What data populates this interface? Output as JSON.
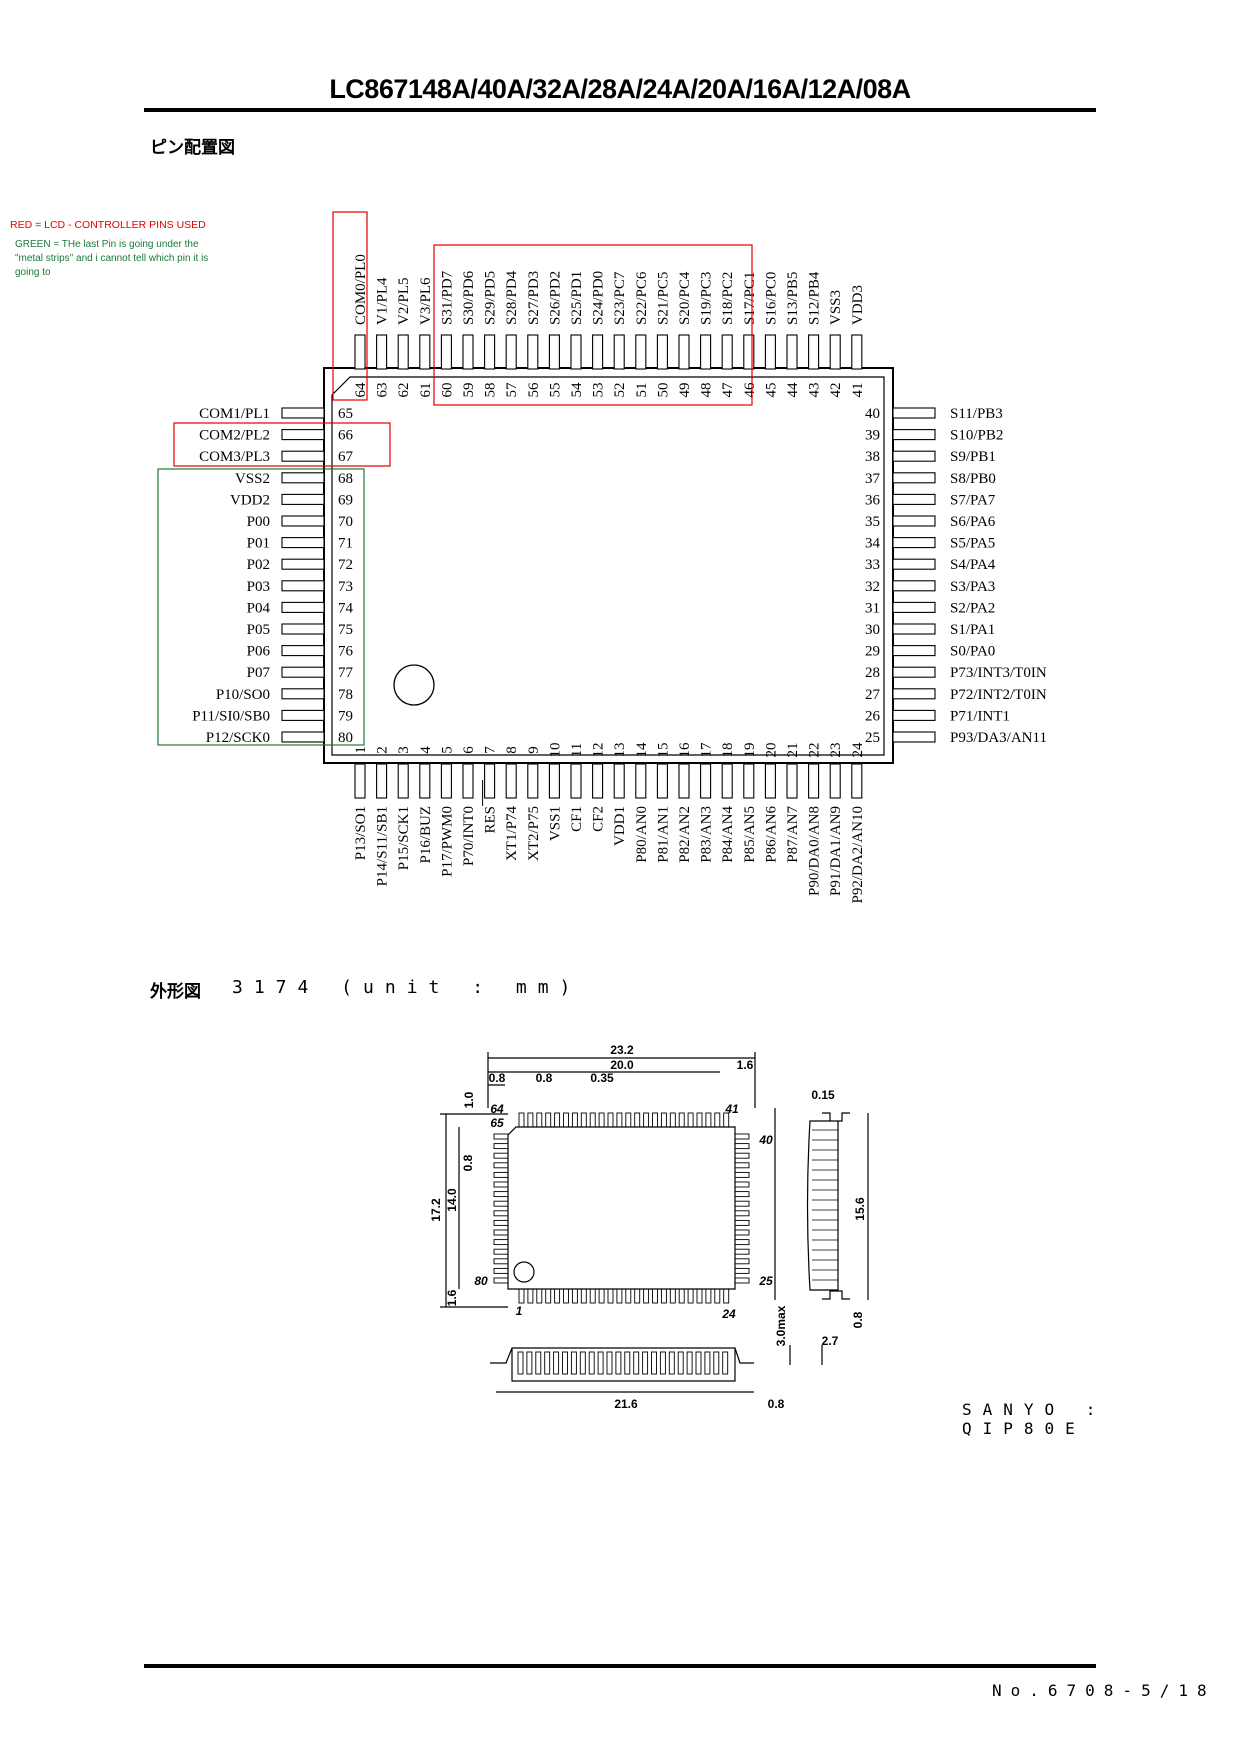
{
  "header": {
    "title": "LC867148A/40A/32A/28A/24A/20A/16A/12A/08A"
  },
  "pin_section": {
    "title": "ピン配置図"
  },
  "notes": {
    "red": "RED = LCD - CONTROLLER PINS USED",
    "green": "GREEN = THe last Pin   is going under the \"metal strips\" and i cannot tell which pin it is going to"
  },
  "pins": {
    "top": [
      {
        "num": "64",
        "name": "COM0/PL0"
      },
      {
        "num": "63",
        "name": "V1/PL4"
      },
      {
        "num": "62",
        "name": "V2/PL5"
      },
      {
        "num": "61",
        "name": "V3/PL6"
      },
      {
        "num": "60",
        "name": "S31/PD7"
      },
      {
        "num": "59",
        "name": "S30/PD6"
      },
      {
        "num": "58",
        "name": "S29/PD5"
      },
      {
        "num": "57",
        "name": "S28/PD4"
      },
      {
        "num": "56",
        "name": "S27/PD3"
      },
      {
        "num": "55",
        "name": "S26/PD2"
      },
      {
        "num": "54",
        "name": "S25/PD1"
      },
      {
        "num": "53",
        "name": "S24/PD0"
      },
      {
        "num": "52",
        "name": "S23/PC7"
      },
      {
        "num": "51",
        "name": "S22/PC6"
      },
      {
        "num": "50",
        "name": "S21/PC5"
      },
      {
        "num": "49",
        "name": "S20/PC4"
      },
      {
        "num": "48",
        "name": "S19/PC3"
      },
      {
        "num": "47",
        "name": "S18/PC2"
      },
      {
        "num": "46",
        "name": "S17/PC1"
      },
      {
        "num": "45",
        "name": "S16/PC0"
      },
      {
        "num": "44",
        "name": "S13/PB5"
      },
      {
        "num": "43",
        "name": "S12/PB4"
      },
      {
        "num": "42",
        "name": "VSS3"
      },
      {
        "num": "41",
        "name": "VDD3"
      }
    ],
    "left": [
      {
        "num": "65",
        "name": "COM1/PL1"
      },
      {
        "num": "66",
        "name": "COM2/PL2"
      },
      {
        "num": "67",
        "name": "COM3/PL3"
      },
      {
        "num": "68",
        "name": "VSS2"
      },
      {
        "num": "69",
        "name": "VDD2"
      },
      {
        "num": "70",
        "name": "P00"
      },
      {
        "num": "71",
        "name": "P01"
      },
      {
        "num": "72",
        "name": "P02"
      },
      {
        "num": "73",
        "name": "P03"
      },
      {
        "num": "74",
        "name": "P04"
      },
      {
        "num": "75",
        "name": "P05"
      },
      {
        "num": "76",
        "name": "P06"
      },
      {
        "num": "77",
        "name": "P07"
      },
      {
        "num": "78",
        "name": "P10/SO0"
      },
      {
        "num": "79",
        "name": "P11/SI0/SB0"
      },
      {
        "num": "80",
        "name": "P12/SCK0"
      }
    ],
    "right": [
      {
        "num": "40",
        "name": "S11/PB3"
      },
      {
        "num": "39",
        "name": "S10/PB2"
      },
      {
        "num": "38",
        "name": "S9/PB1"
      },
      {
        "num": "37",
        "name": "S8/PB0"
      },
      {
        "num": "36",
        "name": "S7/PA7"
      },
      {
        "num": "35",
        "name": "S6/PA6"
      },
      {
        "num": "34",
        "name": "S5/PA5"
      },
      {
        "num": "33",
        "name": "S4/PA4"
      },
      {
        "num": "32",
        "name": "S3/PA3"
      },
      {
        "num": "31",
        "name": "S2/PA2"
      },
      {
        "num": "30",
        "name": "S1/PA1"
      },
      {
        "num": "29",
        "name": "S0/PA0"
      },
      {
        "num": "28",
        "name": "P73/INT3/T0IN"
      },
      {
        "num": "27",
        "name": "P72/INT2/T0IN"
      },
      {
        "num": "26",
        "name": "P71/INT1"
      },
      {
        "num": "25",
        "name": "P93/DA3/AN11"
      }
    ],
    "bottom": [
      {
        "num": "1",
        "name": "P13/SO1"
      },
      {
        "num": "2",
        "name": "P14/S11/SB1"
      },
      {
        "num": "3",
        "name": "P15/SCK1"
      },
      {
        "num": "4",
        "name": "P16/BUZ"
      },
      {
        "num": "5",
        "name": "P17/PWM0"
      },
      {
        "num": "6",
        "name": "P70/INT0"
      },
      {
        "num": "7",
        "name": "RES"
      },
      {
        "num": "8",
        "name": "XT1/P74"
      },
      {
        "num": "9",
        "name": "XT2/P75"
      },
      {
        "num": "10",
        "name": "VSS1"
      },
      {
        "num": "11",
        "name": "CF1"
      },
      {
        "num": "12",
        "name": "CF2"
      },
      {
        "num": "13",
        "name": "VDD1"
      },
      {
        "num": "14",
        "name": "P80/AN0"
      },
      {
        "num": "15",
        "name": "P81/AN1"
      },
      {
        "num": "16",
        "name": "P82/AN2"
      },
      {
        "num": "17",
        "name": "P83/AN3"
      },
      {
        "num": "18",
        "name": "P84/AN4"
      },
      {
        "num": "19",
        "name": "P85/AN5"
      },
      {
        "num": "20",
        "name": "P86/AN6"
      },
      {
        "num": "21",
        "name": "P87/AN7"
      },
      {
        "num": "22",
        "name": "P90/DA0/AN8"
      },
      {
        "num": "23",
        "name": "P91/DA1/AN9"
      },
      {
        "num": "24",
        "name": "P92/DA2/AN10"
      }
    ]
  },
  "highlights": {
    "red_color": "#e00000",
    "green_color": "#1a7a3a"
  },
  "outline_section": {
    "title": "外形図",
    "spec": "3174 (unit : mm)"
  },
  "dimensions": {
    "width_total": "23.2",
    "body_width": "20.0",
    "right_margin": "1.6",
    "left_edge": "0.8",
    "pitch": "0.8",
    "lead_width": "0.35",
    "top_gap": "1.0",
    "total_height": "17.2",
    "body_height": "14.0",
    "inner_pitch": "0.8",
    "bottom_gap": "1.6",
    "lead_thickness": "0.15",
    "side_height": "15.6",
    "max_height": "3.0max",
    "standoff": "2.7",
    "lead_len": "0.8",
    "bottom_width": "21.6",
    "bottom_lead": "0.8",
    "corner_labels": {
      "tl": "64",
      "tl2": "65",
      "tr": "41",
      "r": "40",
      "bl": "80",
      "b1": "1",
      "br": "24",
      "r2": "25"
    }
  },
  "footer": {
    "package": "SANYO : QIP80E",
    "page_number": "No.6708-5/18"
  }
}
